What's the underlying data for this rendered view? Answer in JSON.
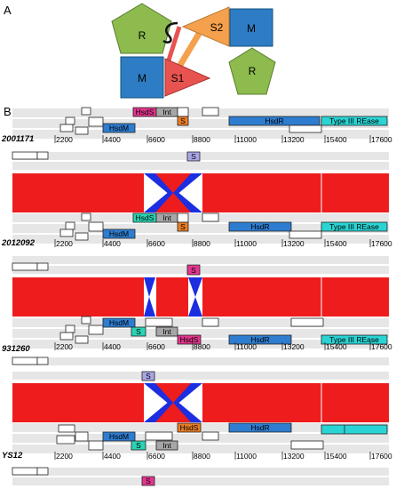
{
  "panel_a": {
    "label": "A",
    "subunits": [
      {
        "id": "r-top",
        "shape": "pentagon",
        "text": "R",
        "color": "#8dbb4e"
      },
      {
        "id": "m-left",
        "shape": "square",
        "text": "M",
        "color": "#2e7dc4"
      },
      {
        "id": "s1",
        "shape": "triangle",
        "text": "S1",
        "color": "#e8534f"
      },
      {
        "id": "s2",
        "shape": "triangle",
        "text": "S2",
        "color": "#f4a04d"
      },
      {
        "id": "m-right",
        "shape": "square",
        "text": "M",
        "color": "#2e7dc4"
      },
      {
        "id": "r-bottom",
        "shape": "pentagon",
        "text": "R",
        "color": "#8dbb4e"
      }
    ]
  },
  "panel_b": {
    "label": "B",
    "ticks": [
      "2200",
      "4400",
      "6600",
      "8800",
      "11000",
      "13200",
      "15400",
      "17600"
    ],
    "strains": [
      {
        "name": "2001171",
        "genes": [
          {
            "label": "HsdS",
            "color": "#e3358e",
            "row": "upper"
          },
          {
            "label": "Int",
            "color": "#a6a6a6",
            "row": "upper"
          },
          {
            "label": "S",
            "color": "#e97d25",
            "row": "lower"
          },
          {
            "label": "HsdM",
            "color": "#2e7dd0",
            "row": "lower"
          },
          {
            "label": "HsdR",
            "color": "#2e7dd0",
            "row": "upper"
          },
          {
            "label": "Type III REase",
            "color": "#2ad4d4",
            "row": "upper"
          }
        ],
        "below": [
          {
            "label": "S",
            "color": "#a9a6e6"
          }
        ]
      },
      {
        "name": "2012092",
        "genes": [
          {
            "label": "HsdS",
            "color": "#2ad4b4",
            "row": "upper"
          },
          {
            "label": "Int",
            "color": "#a6a6a6",
            "row": "upper"
          },
          {
            "label": "S",
            "color": "#e97d25",
            "row": "lower"
          },
          {
            "label": "HsdM",
            "color": "#2e7dd0",
            "row": "lower"
          },
          {
            "label": "HsdR",
            "color": "#2e7dd0",
            "row": "upper"
          },
          {
            "label": "Type III REase",
            "color": "#2ad4d4",
            "row": "upper"
          }
        ],
        "below": [
          {
            "label": "S",
            "color": "#e3358e"
          }
        ]
      },
      {
        "name": "931260",
        "genes": [
          {
            "label": "HsdM",
            "color": "#2e7dd0",
            "row": "upper"
          },
          {
            "label": "S",
            "color": "#2ad4b4",
            "row": "lower"
          },
          {
            "label": "Int",
            "color": "#a6a6a6",
            "row": "upper"
          },
          {
            "label": "HsdS",
            "color": "#e3358e",
            "row": "lower"
          },
          {
            "label": "HsdR",
            "color": "#2e7dd0",
            "row": "lower"
          },
          {
            "label": "Type III REase",
            "color": "#2ad4d4",
            "row": "lower"
          }
        ],
        "below": []
      },
      {
        "name": "YS12",
        "above": [
          {
            "label": "S",
            "color": "#a9a6e6"
          }
        ],
        "genes": [
          {
            "label": "HsdS",
            "color": "#e97d25",
            "row": "upper"
          },
          {
            "label": "HsdM",
            "color": "#2e7dd0",
            "row": "lower"
          },
          {
            "label": "S",
            "color": "#2ad4b4",
            "row": "lower"
          },
          {
            "label": "Int",
            "color": "#a6a6a6",
            "row": "lower"
          },
          {
            "label": "HsdR",
            "color": "#2e7dd0",
            "row": "upper"
          }
        ],
        "below": [
          {
            "label": "S",
            "color": "#e3358e"
          }
        ]
      }
    ],
    "colors": {
      "synteny": "#ee1c1c",
      "inversion": "#1c2ee0",
      "track": "#e6e6e6",
      "blank": "#ffffff"
    }
  }
}
